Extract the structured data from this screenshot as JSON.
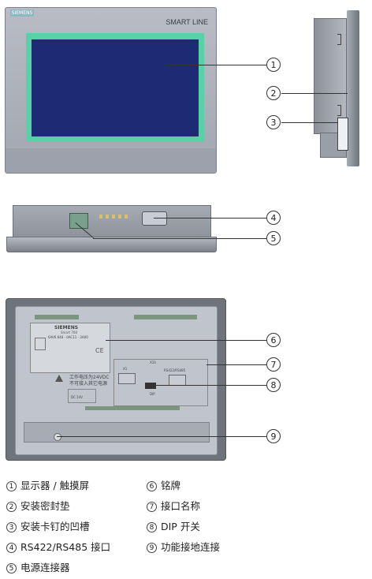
{
  "front_panel": {
    "brand": "SIEMENS",
    "model_line": "SMART LINE"
  },
  "rear_panel": {
    "nameplate_brand": "SIEMENS",
    "nameplate_line": "Smart 700",
    "order_number": "6AV6 648 - 0AC11 - 3AX0",
    "ce_mark": "CE",
    "warning_line1": "工作电压为24VDC",
    "warning_line2": "不可接入其它电源",
    "label_power": "X1",
    "label_if1": "X10",
    "label_serial": "RS422/RS485",
    "label_dip": "DIP",
    "label_dc": "DC 24V"
  },
  "callouts": [
    "1",
    "2",
    "3",
    "4",
    "5",
    "6",
    "7",
    "8",
    "9"
  ],
  "legend": [
    {
      "num": "1",
      "text": "显示器 / 触摸屏"
    },
    {
      "num": "2",
      "text": "安装密封垫"
    },
    {
      "num": "3",
      "text": "安装卡钉的凹槽"
    },
    {
      "num": "4",
      "text": "RS422/RS485 接口"
    },
    {
      "num": "5",
      "text": "电源连接器"
    },
    {
      "num": "6",
      "text": "铭牌"
    },
    {
      "num": "7",
      "text": "接口名称"
    },
    {
      "num": "8",
      "text": "DIP 开关"
    },
    {
      "num": "9",
      "text": "功能接地连接"
    }
  ]
}
